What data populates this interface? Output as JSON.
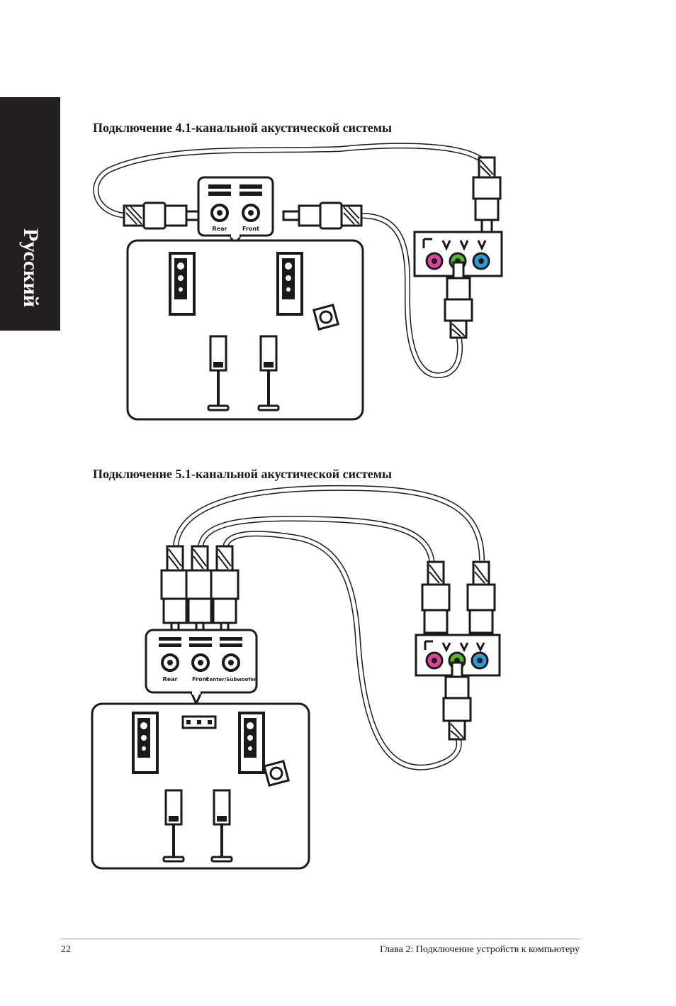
{
  "side_tab": {
    "label": "Русский"
  },
  "section_41": {
    "title": "Подключение 4.1-канальной акустической системы",
    "jack_labels": [
      "Rear",
      "Front"
    ]
  },
  "section_51": {
    "title": "Подключение 5.1-канальной акустической системы",
    "jack_labels": [
      "Rear",
      "Front",
      "Center/Subwoofer"
    ]
  },
  "port_colors": {
    "pink": "#e0449a",
    "lime": "#55b62e",
    "blue": "#2f9ad6"
  },
  "footer": {
    "page_number": "22",
    "chapter": "Глава 2: Подключение устройств к компьютеру"
  }
}
